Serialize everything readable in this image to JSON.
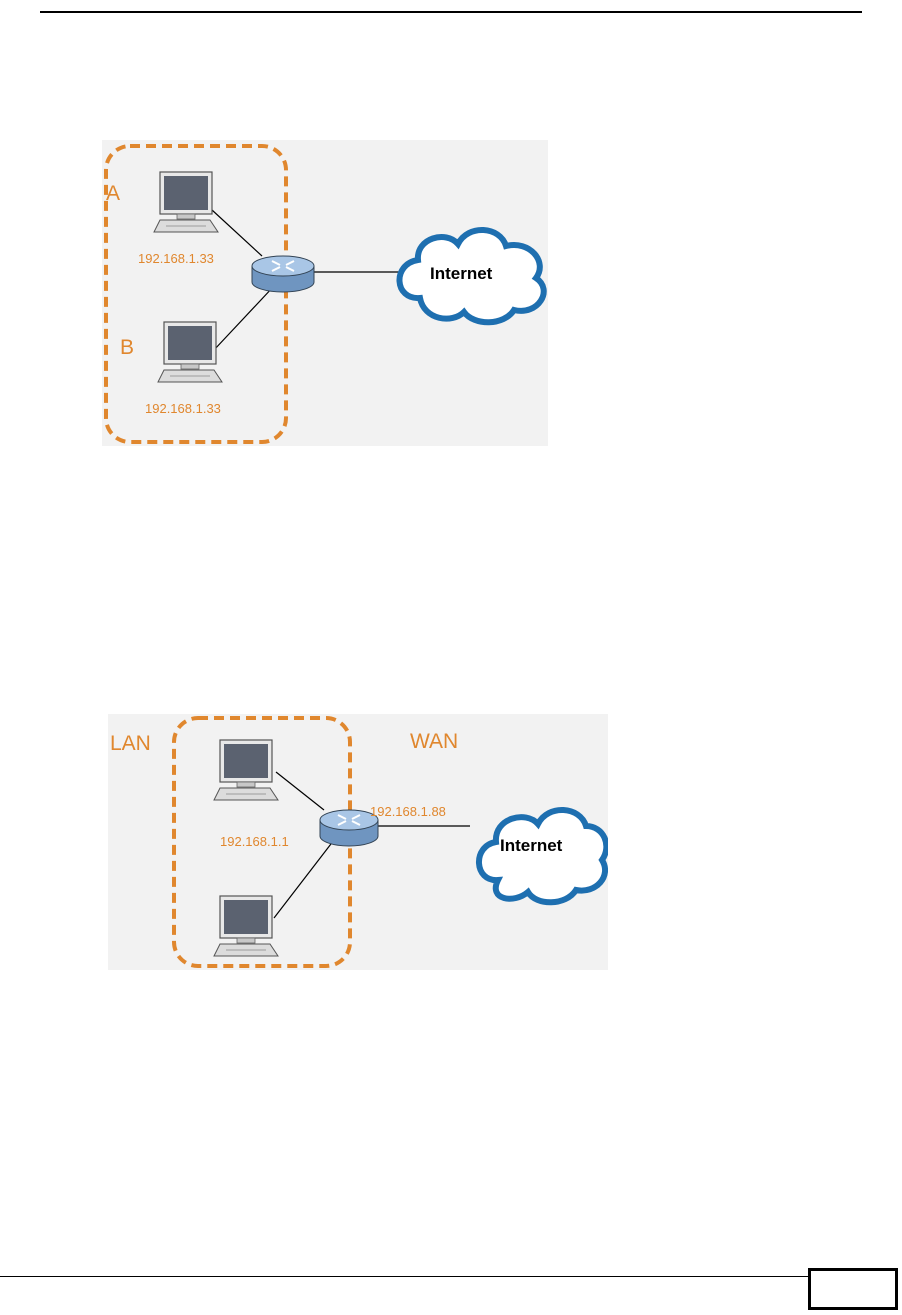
{
  "figure1": {
    "label_a": "A",
    "label_b": "B",
    "ip_a": "192.168.1.33",
    "ip_b": "192.168.1.33",
    "cloud_label": "Internet"
  },
  "figure2": {
    "label_lan": "LAN",
    "label_wan": "WAN",
    "ip_lan": "192.168.1.1",
    "ip_wan": "192.168.1.88",
    "cloud_label": "Internet"
  },
  "colors": {
    "accent_orange": "#e0872e",
    "router_blue": "#8fb2d6",
    "monitor_screen": "#5b6270"
  }
}
